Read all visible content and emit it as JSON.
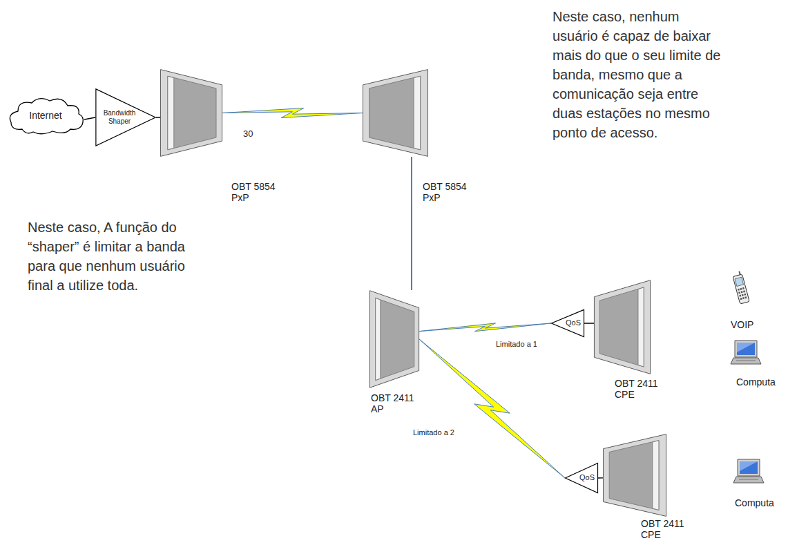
{
  "diagram": {
    "nodes": [
      {
        "text": [
          "Internet"
        ]
      },
      {
        "text": [
          "Bandwidth Shaper"
        ]
      },
      {
        "text": [
          "OBT 5854 PxP"
        ]
      },
      {
        "text": [
          "OBT 5854 PxP"
        ]
      },
      {
        "text": [
          "OBT 2411 AP"
        ]
      },
      {
        "text": [
          "QoS"
        ]
      },
      {
        "text": [
          "OBT 2411 CPE"
        ]
      },
      {
        "text": [
          "VOIP"
        ]
      },
      {
        "text": [
          "Computa"
        ]
      },
      {
        "text": [
          "QoS"
        ]
      },
      {
        "text": [
          "OBT 2411 CPE"
        ]
      },
      {
        "text": [
          "Computa"
        ]
      }
    ],
    "edges": [
      {
        "from": 0,
        "to": 1,
        "arrow": "none"
      },
      {
        "from": 1,
        "to": 2,
        "arrow": "none"
      },
      {
        "from": 2,
        "to": 3,
        "label": "30",
        "arrow": "none"
      },
      {
        "from": 3,
        "to": 4,
        "arrow": "none"
      },
      {
        "from": 4,
        "to": 5,
        "label": "Limitado a 1",
        "arrow": "none"
      },
      {
        "from": 4,
        "to": 9,
        "label": "Limitado a 2",
        "arrow": "none"
      },
      {
        "from": 5,
        "to": 6,
        "arrow": "none"
      },
      {
        "from": 9,
        "to": 10,
        "arrow": "none"
      }
    ],
    "labels": [
      "Neste caso, nenhum usuário é capaz de baixar mais do que o seu limite de banda, mesmo que a comunicação seja entre duas estações no mesmo ponto de acesso.",
      "Neste caso, A função do “shaper” é limitar a banda para que nenhum usuário final a utilize toda."
    ]
  }
}
